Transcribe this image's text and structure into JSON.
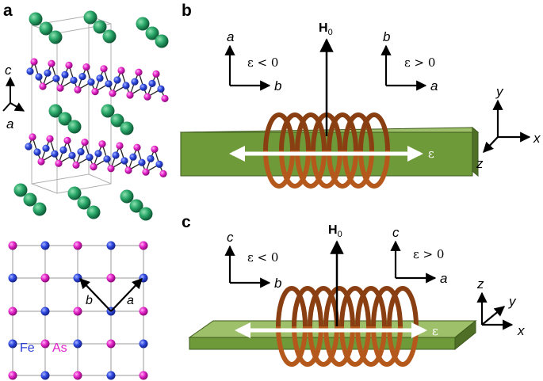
{
  "panel_labels": {
    "a": "a",
    "b": "b",
    "c": "c"
  },
  "panel_a": {
    "axes": {
      "c": "c",
      "a": "a"
    },
    "lattice_vectors": {
      "b": "b",
      "a": "a"
    },
    "legend": {
      "fe": "Fe",
      "as": "As"
    }
  },
  "panel_b": {
    "field": "H",
    "field_sub": "0",
    "left_axes": {
      "up": "a",
      "right": "b",
      "condition": "ε < 0"
    },
    "right_axes": {
      "up": "b",
      "right": "a",
      "condition": "ε > 0"
    },
    "strain": "ε",
    "frame": {
      "y": "y",
      "x": "x",
      "z": "z"
    }
  },
  "panel_c": {
    "field": "H",
    "field_sub": "0",
    "left_axes": {
      "up": "c",
      "right": "b",
      "condition": "ε < 0"
    },
    "right_axes": {
      "up": "c",
      "right": "a",
      "condition": "ε > 0"
    },
    "strain": "ε",
    "frame": {
      "z": "z",
      "y": "y",
      "x": "x"
    }
  },
  "colors": {
    "fe": "#2b3fd6",
    "as": "#e020c8",
    "ba": "#1f9a5c",
    "crystal": "#6f9a3a",
    "coil": "#b4581c"
  }
}
